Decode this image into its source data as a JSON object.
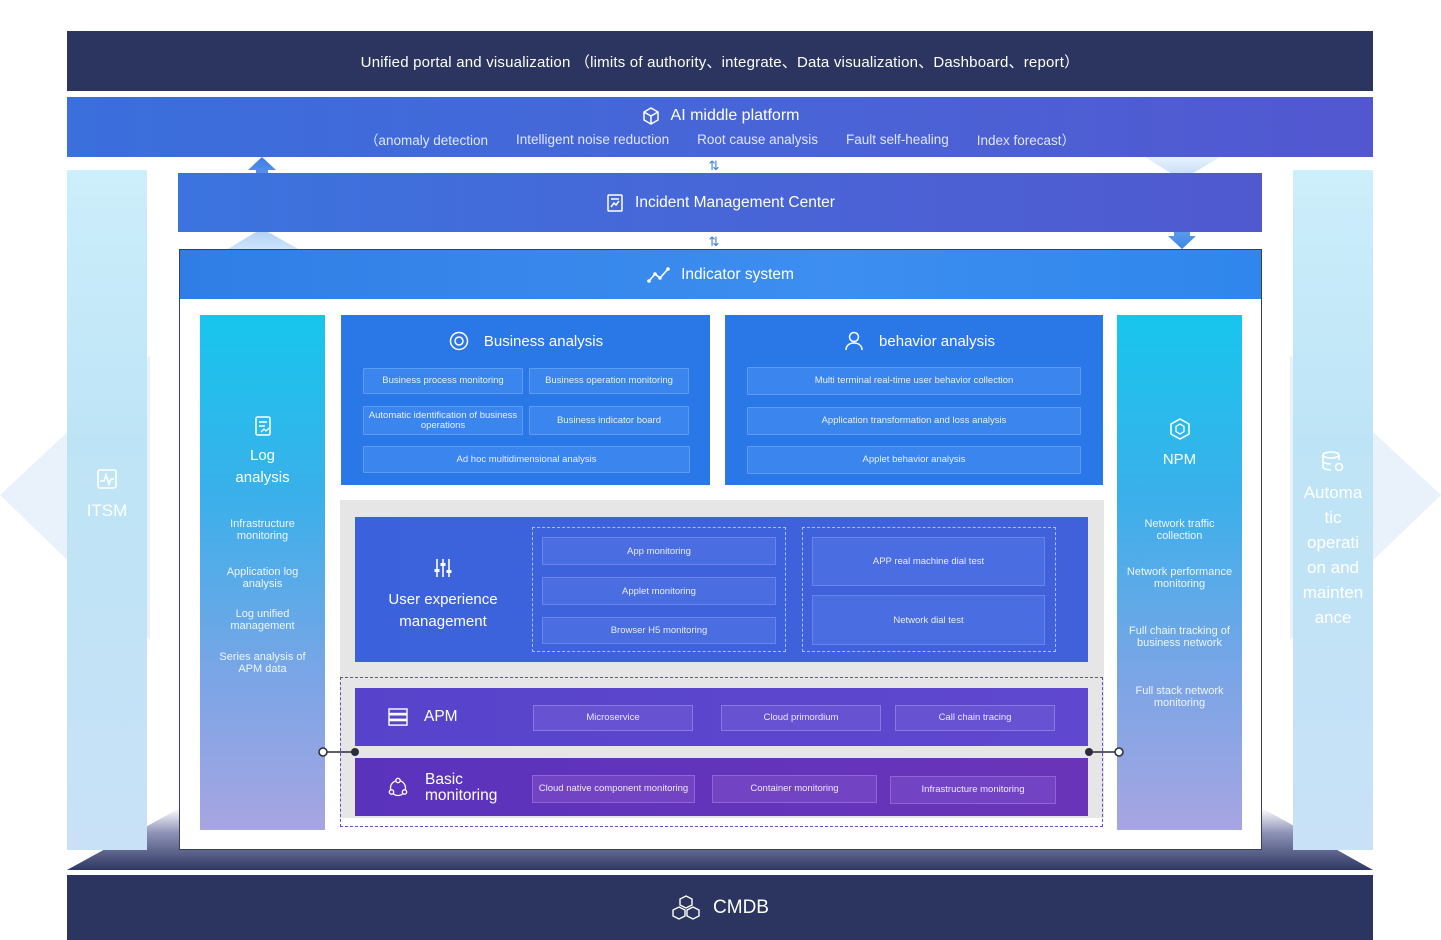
{
  "top_bar": {
    "label": "Unified portal and visualization （limits of authority、integrate、Data visualization、Dashboard、report）"
  },
  "ai_platform": {
    "title": "AI middle platform",
    "items": [
      "（anomaly detection",
      "Intelligent noise reduction",
      "Root cause analysis",
      "Fault self-healing",
      "Index forecast）"
    ]
  },
  "incident": {
    "title": "Incident Management Center"
  },
  "indicator": {
    "title": "Indicator system"
  },
  "itsm": {
    "label": "ITSM"
  },
  "automatic": {
    "label": "Automa tic operati on and mainten ance"
  },
  "log_analysis": {
    "title": "Log analysis",
    "items": [
      "Infrastructure monitoring",
      "Application log analysis",
      "Log unified management",
      "Series analysis of APM data"
    ]
  },
  "npm": {
    "title": "NPM",
    "items": [
      "Network traffic collection",
      "Network performance monitoring",
      "Full chain tracking of business network",
      "Full stack network monitoring"
    ]
  },
  "business_analysis": {
    "title": "Business analysis",
    "items": [
      "Business process monitoring",
      "Business operation monitoring",
      "Automatic identification of business operations",
      "Business indicator board",
      "Ad hoc multidimensional analysis"
    ]
  },
  "behavior_analysis": {
    "title": "behavior analysis",
    "items": [
      "Multi terminal real-time user behavior collection",
      "Application transformation and loss analysis",
      "Applet behavior analysis"
    ]
  },
  "user_experience": {
    "title": "User experience management",
    "group_a": [
      "App monitoring",
      "Applet monitoring",
      "Browser H5 monitoring"
    ],
    "group_b": [
      "APP real machine dial test",
      "Network dial test"
    ]
  },
  "apm": {
    "title": "APM",
    "items": [
      "Microservice",
      "Cloud primordium",
      "Call chain tracing"
    ]
  },
  "basic_monitoring": {
    "title": "Basic monitoring",
    "items": [
      "Cloud native component monitoring",
      "Container monitoring",
      "Infrastructure monitoring"
    ]
  },
  "cmdb": {
    "title": "CMDB"
  },
  "colors": {
    "dark_navy": "#2c355f",
    "blue": "#2a77e8",
    "cyan": "#17c6ec",
    "indigo": "#4161da",
    "violet": "#5f48cf",
    "orange_arrow": "#f7a35c"
  }
}
